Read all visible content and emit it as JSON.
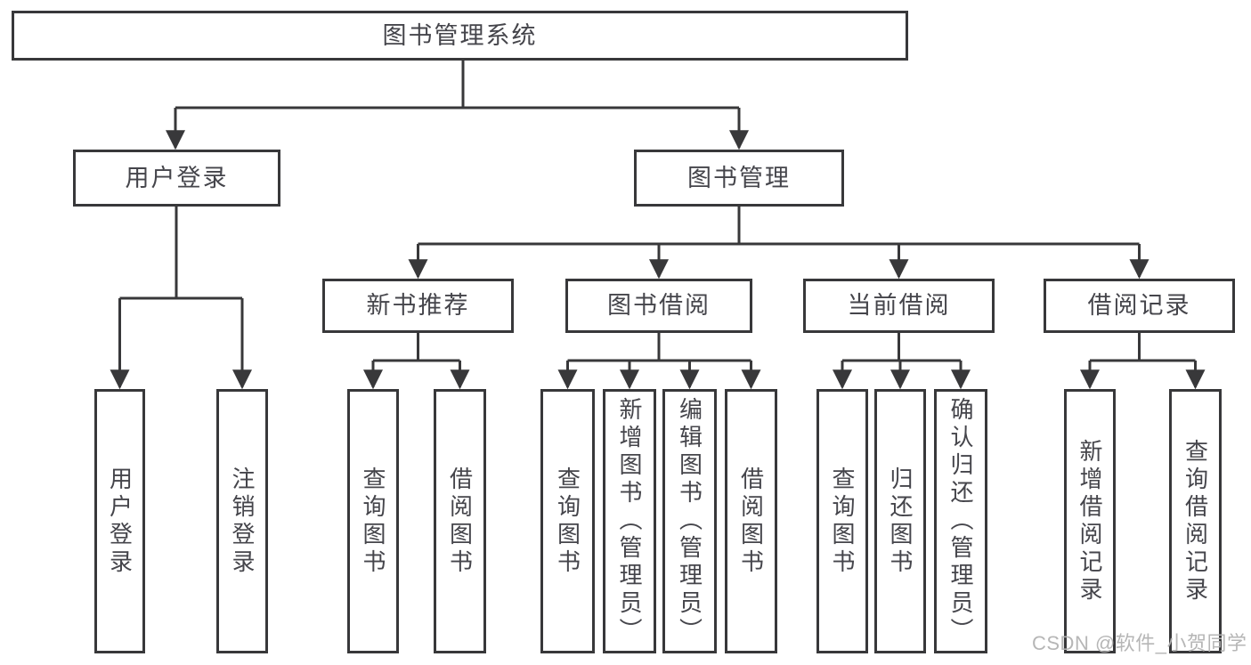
{
  "tree": {
    "root": {
      "label": "图书管理系统"
    },
    "user_login": {
      "label": "用户登录",
      "children": [
        {
          "label": "用户登录"
        },
        {
          "label": "注销登录"
        }
      ]
    },
    "book_management": {
      "label": "图书管理",
      "modules": [
        {
          "label": "新书推荐",
          "children": [
            {
              "label": "查询图书"
            },
            {
              "label": "借阅图书"
            }
          ]
        },
        {
          "label": "图书借阅",
          "children": [
            {
              "label": "查询图书"
            },
            {
              "label": "新增图书（管理员）"
            },
            {
              "label": "编辑图书（管理员）"
            },
            {
              "label": "借阅图书"
            }
          ]
        },
        {
          "label": "当前借阅",
          "children": [
            {
              "label": "查询图书"
            },
            {
              "label": "归还图书"
            },
            {
              "label": "确认归还（管理员）"
            }
          ]
        },
        {
          "label": "借阅记录",
          "children": [
            {
              "label": "新增借阅记录"
            },
            {
              "label": "查询借阅记录"
            }
          ]
        }
      ]
    }
  },
  "watermark": {
    "text": "CSDN @软件_小贺同学"
  },
  "colors": {
    "line": "#38383a",
    "text": "#45454b",
    "box_background": "#ffffff",
    "watermark": "#b2b2b2"
  }
}
